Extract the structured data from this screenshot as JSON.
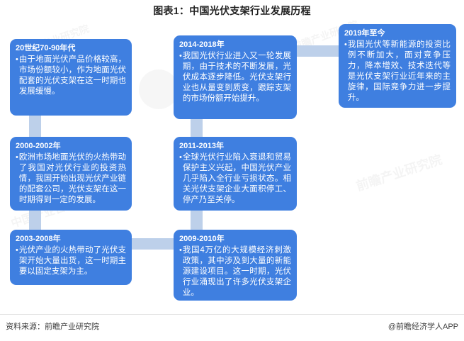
{
  "title": "图表1：中国光伏支架行业发展历程",
  "colors": {
    "box_fill": "#3f7fe0",
    "connector": "#bdd0ea",
    "box_text": "#ffffff",
    "page_background": "#ffffff",
    "title_text": "#222222",
    "footer_text": "#3c3c3c"
  },
  "watermarks": [
    {
      "text": "前瞻产业研究院"
    },
    {
      "text": "中国产业咨询领跑者"
    }
  ],
  "timeline": {
    "bullet_glyph": "•",
    "items": [
      {
        "id": "1970s-1990s",
        "period": "20世纪70-90年代",
        "body": "由于地面光伏产品价格较高，市场份额较小，作为地面光伏配套的光伏支架在这一时期也发展缓慢。"
      },
      {
        "id": "2000-2002",
        "period": "2000-2002年",
        "body": "欧洲市场地面光伏的火热带动了我国对光伏行业的投资热情，我国开始出现光伏产业链的配套公司，光伏支架在这一时期得到一定的发展。"
      },
      {
        "id": "2003-2008",
        "period": "2003-2008年",
        "body": "光伏产业的火热带动了光伏支架开始大量出货，这一时期主要以固定支架为主。"
      },
      {
        "id": "2009-2010",
        "period": "2009-2010年",
        "body": "我国4万亿的大规模经济刺激政策，其中涉及到大量的新能源建设项目。这一时期，光伏行业涌现出了许多光伏支架企业。"
      },
      {
        "id": "2011-2013",
        "period": "2011-2013年",
        "body": "全球光伏行业陷入衰退和贸易保护主义兴起，中国光伏产业几乎陷入全行业亏损状态。相关光伏支架企业大面积停工、停产乃至关停。"
      },
      {
        "id": "2014-2018",
        "period": "2014-2018年",
        "body": "我国光伏行业进入又一轮发展期，由于技术的不断发展，光伏成本逐步降低。光伏支架行业也从量变到质变，跟踪支架的市场份额开始提升。"
      },
      {
        "id": "2019-now",
        "period": "2019年至今",
        "body": "我国光伏等新能源的投资比例不断加大，面对竞争压力，降本增效、技术迭代等是光伏支架行业近年来的主旋律，国际竞争力进一步提升。"
      }
    ]
  },
  "footer": {
    "source": "资料来源：前瞻产业研究院",
    "brand": "@前瞻经济学人APP"
  }
}
